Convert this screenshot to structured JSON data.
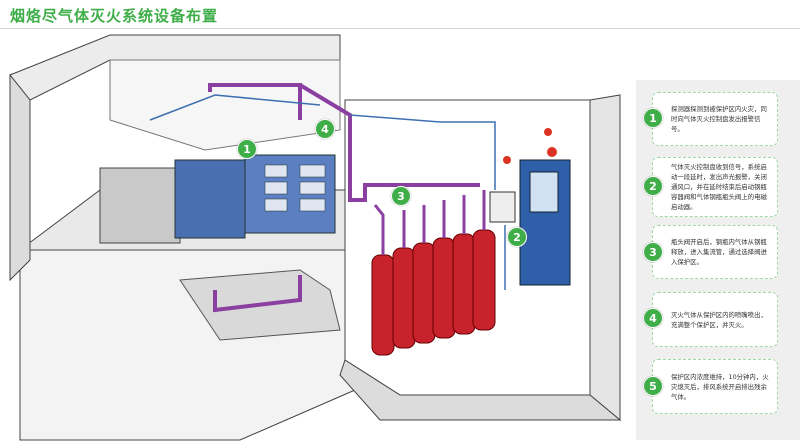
{
  "title": "烟烙尽气体灭火系统设备布置",
  "diagram_markers": [
    "1",
    "4",
    "3",
    "2"
  ],
  "steps": [
    {
      "number": "1",
      "text": "探测器探测到被保护区内火灾，同时向气体灭火控制盘发出报警信号。"
    },
    {
      "number": "2",
      "text": "气体灭火控制盘收到信号，系统启动一段延时，发出声光报警，关闭通风口，并在延时结束后启动钢瓶容器阀和气体钢瓶瓶头阀上的电磁启动器。"
    },
    {
      "number": "3",
      "text": "瓶头阀开启后，钢瓶内气体从钢瓶释放，进入集流管，通过选择阀进入保护区。"
    },
    {
      "number": "4",
      "text": "灭火气体从保护区内的喷嘴喷出，充满整个保护区，并灭火。"
    },
    {
      "number": "5",
      "text": "保护区内浓度维持，10分钟内，火灾熄灭后，排风系统开启排出残余气体。"
    }
  ],
  "colors": {
    "accent": "#3fae49",
    "pipe": "#8b3fa0",
    "cylinder": "#c8232c",
    "door": "#2f5fa8"
  }
}
